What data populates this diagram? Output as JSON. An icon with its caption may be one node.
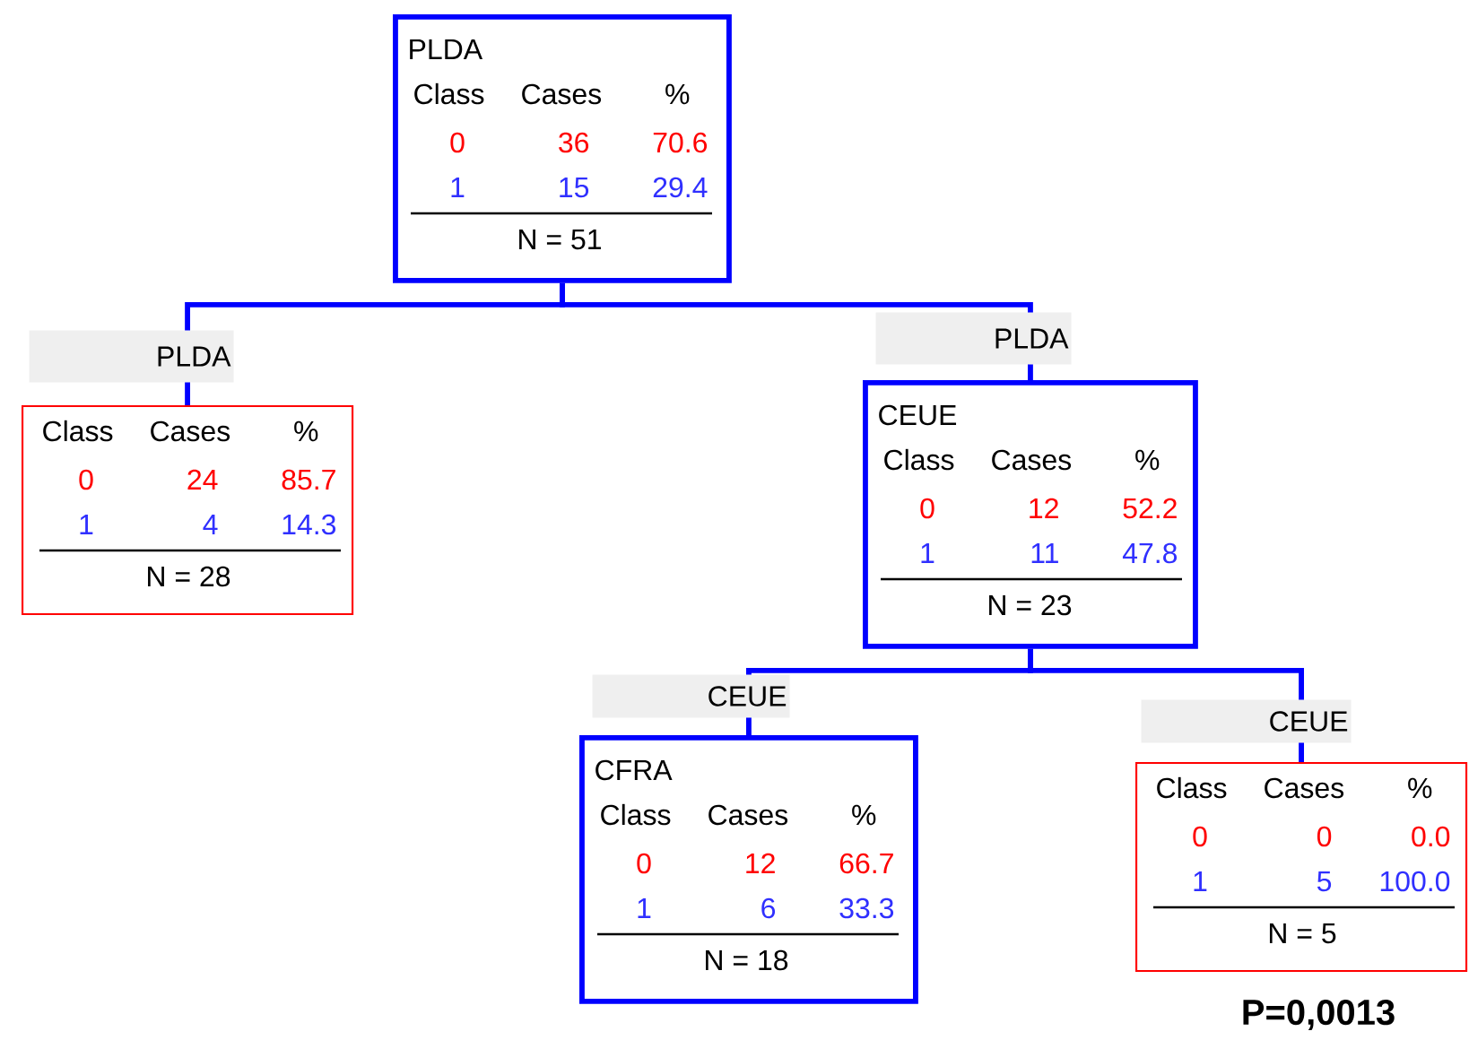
{
  "diagram": {
    "nodes": [
      {
        "text": [
          "PLDA",
          "Class",
          "Cases",
          "%",
          "0",
          "36",
          "70.6",
          "1",
          "15",
          "29.4",
          "N = 51"
        ]
      },
      {
        "text": [
          "Class",
          "Cases",
          "%",
          "0",
          "24",
          "85.7",
          "1",
          "4",
          "14.3",
          "N = 28"
        ]
      },
      {
        "text": [
          "CEUE",
          "Class",
          "Cases",
          "%",
          "0",
          "12",
          "52.2",
          "1",
          "11",
          "47.8",
          "N = 23"
        ]
      },
      {
        "text": [
          "CFRA",
          "Class",
          "Cases",
          "%",
          "0",
          "12",
          "66.7",
          "1",
          "6",
          "33.3",
          "N = 18"
        ]
      },
      {
        "text": [
          "Class",
          "Cases",
          "%",
          "0",
          "0",
          "0.0",
          "1",
          "5",
          "100.0",
          "N = 5"
        ]
      }
    ],
    "edges": [
      {
        "from": 0,
        "to": 1,
        "arrow": "none",
        "label": "PLDA"
      },
      {
        "from": 0,
        "to": 2,
        "arrow": "none",
        "label": "PLDA"
      },
      {
        "from": 2,
        "to": 3,
        "arrow": "none",
        "label": "CEUE"
      },
      {
        "from": 2,
        "to": 4,
        "arrow": "none",
        "label": "CEUE"
      }
    ],
    "labels": [
      "P=0,0013"
    ]
  }
}
